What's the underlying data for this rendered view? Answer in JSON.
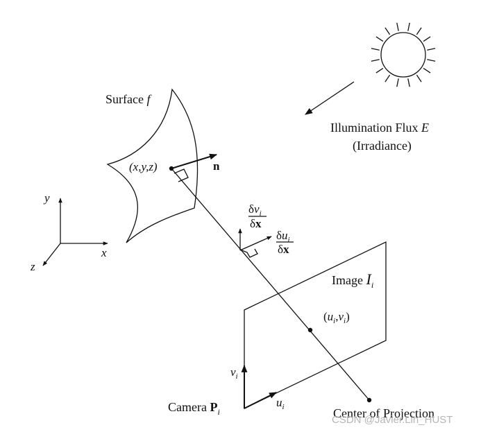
{
  "labels": {
    "surface_prefix": "Surface ",
    "surface_var": "f",
    "point": "(x,y,z)",
    "normal": "n",
    "illumination_line1_prefix": "Illumination Flux  ",
    "illumination_line1_var": "E",
    "illumination_line2": "(Irradiance)",
    "delta": "δ",
    "v": "v",
    "u": "u",
    "i": "i",
    "x_bold": "x",
    "image_prefix": "Image ",
    "image_var": "I",
    "image_point_open": "(",
    "image_point_comma": ",",
    "image_point_close": ")",
    "camera_prefix": "Camera ",
    "camera_var": "P",
    "center": "Center of Projection",
    "axis_x": "x",
    "axis_y": "y",
    "axis_z": "z"
  },
  "watermark": "CSDN @Javier.Lin_HUST"
}
